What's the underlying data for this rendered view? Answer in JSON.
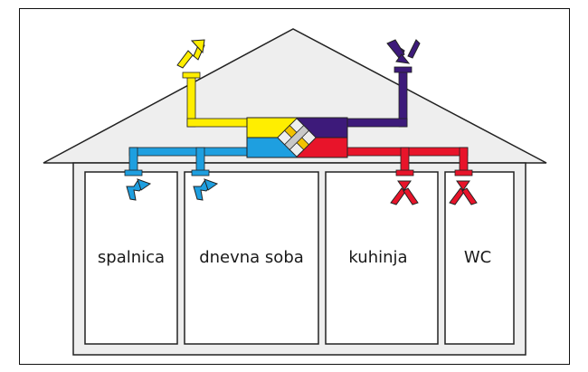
{
  "colors": {
    "fresh_air": "#ffee00",
    "supply": "#1e9fe0",
    "exhaust": "#e8142a",
    "outgoing": "#3d1a7a",
    "house_fill": "#eeeeee",
    "outline": "#222222"
  },
  "icons": {
    "recuperator": "heat-exchanger-icon",
    "air_outlet": "arrow-out-icon",
    "air_inlet": "arrow-in-icon"
  },
  "rooms": [
    {
      "label": "spalnica"
    },
    {
      "label": "dnevna soba"
    },
    {
      "label": "kuhinja"
    },
    {
      "label": "WC"
    }
  ]
}
